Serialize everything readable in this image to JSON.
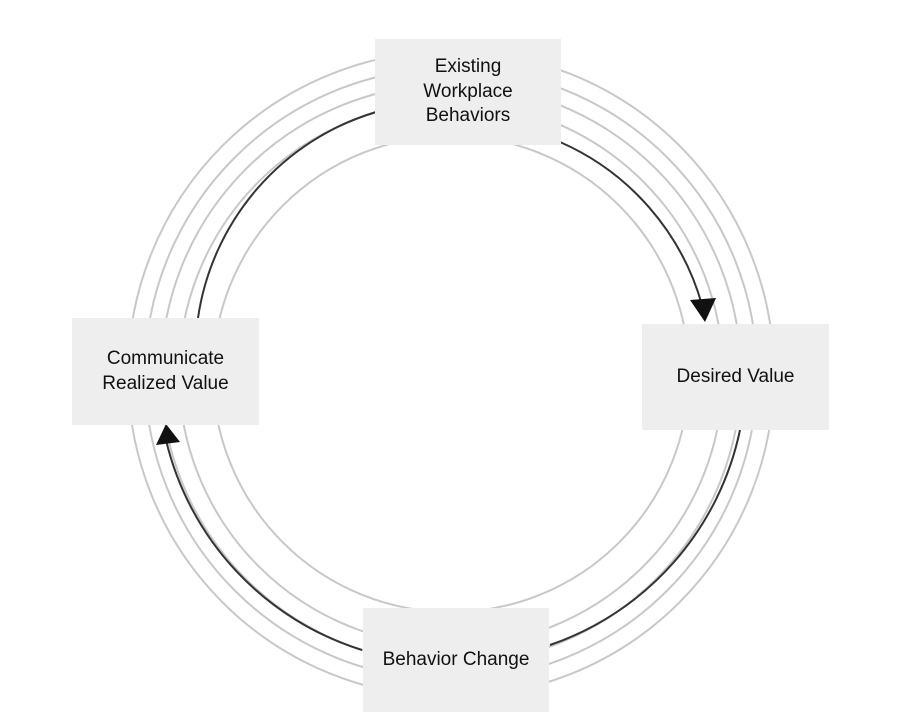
{
  "nodes": {
    "top": "Existing\nWorkplace\nBehaviors",
    "right": "Desired Value",
    "bottom": "Behavior Change",
    "left": "Communicate\nRealized Value"
  },
  "colors": {
    "box": "#eeeeee",
    "ring": "#c8c8c8",
    "arrow": "#222222"
  }
}
